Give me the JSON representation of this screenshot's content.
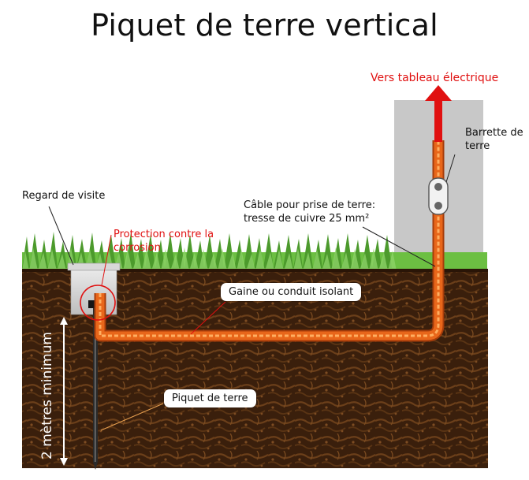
{
  "title": "Piquet de terre vertical",
  "labels": {
    "vers_tableau": "Vers tableau électrique",
    "barrette_line1": "Barrette de",
    "barrette_line2": "terre",
    "regard": "Regard de visite",
    "protection_line1": "Protection contre la",
    "protection_line2": "corrosion",
    "cable_line1": "Câble pour prise de terre:",
    "cable_line2": "tresse de cuivre 25 mm²",
    "gaine": "Gaine ou conduit isolant",
    "piquet": "Piquet de terre",
    "depth": "2 mètres minimum"
  },
  "colors": {
    "soil": "#3a1f0c",
    "soil_light": "#6b3f1a",
    "grass": "#5fae3a",
    "wall": "#c8c8c8",
    "cable": "#e8661a",
    "cable_light": "#ffb36b",
    "red": "#e01010",
    "rod": "#2a2a2a"
  }
}
